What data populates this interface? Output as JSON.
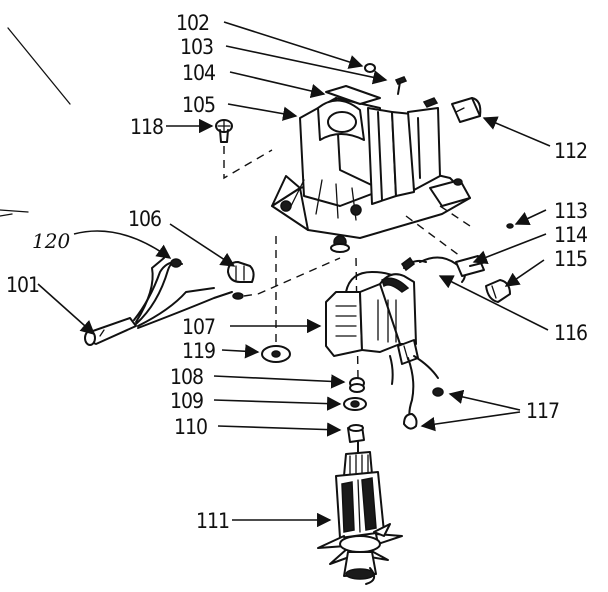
{
  "callouts": [
    {
      "id": "102",
      "label": "102"
    },
    {
      "id": "103",
      "label": "103"
    },
    {
      "id": "104",
      "label": "104"
    },
    {
      "id": "105",
      "label": "105"
    },
    {
      "id": "118",
      "label": "118"
    },
    {
      "id": "112",
      "label": "112"
    },
    {
      "id": "106",
      "label": "106"
    },
    {
      "id": "120",
      "label": "120"
    },
    {
      "id": "101",
      "label": "101"
    },
    {
      "id": "113",
      "label": "113"
    },
    {
      "id": "114",
      "label": "114"
    },
    {
      "id": "115",
      "label": "115"
    },
    {
      "id": "116",
      "label": "116"
    },
    {
      "id": "107",
      "label": "107"
    },
    {
      "id": "119",
      "label": "119"
    },
    {
      "id": "108",
      "label": "108"
    },
    {
      "id": "109",
      "label": "109"
    },
    {
      "id": "110",
      "label": "110"
    },
    {
      "id": "117",
      "label": "117"
    },
    {
      "id": "111",
      "label": "111"
    }
  ],
  "colors": {
    "ink": "#111111",
    "paper": "#ffffff"
  }
}
